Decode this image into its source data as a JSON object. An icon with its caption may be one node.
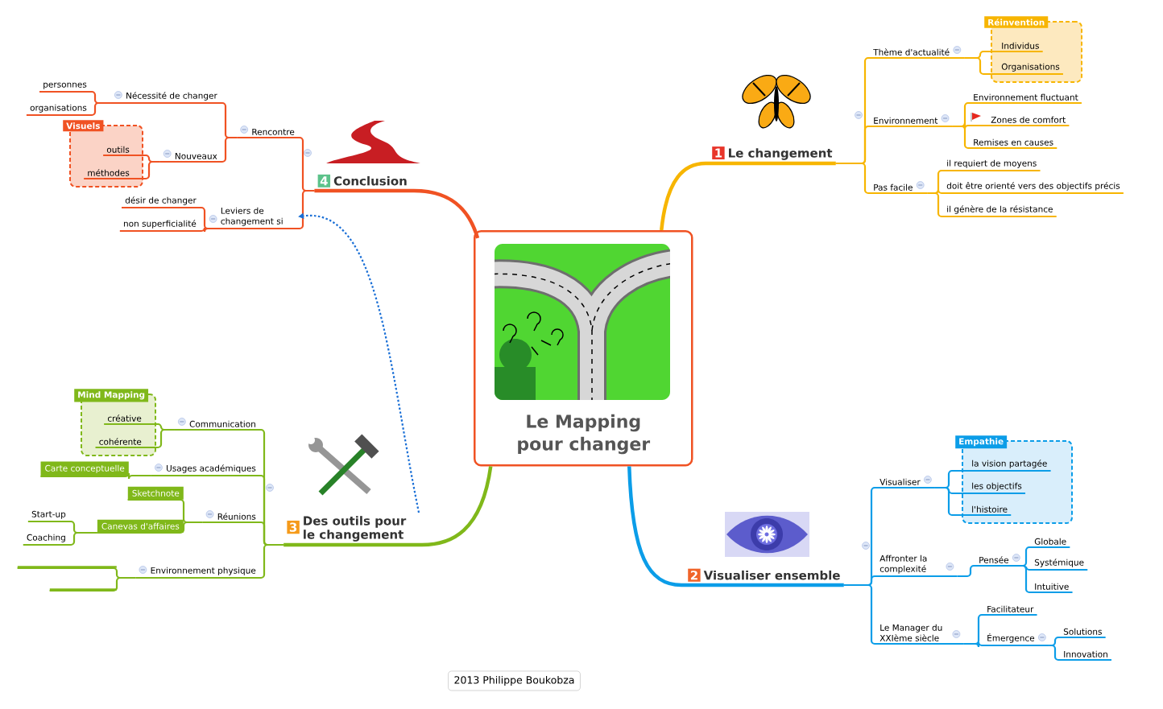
{
  "diagram": {
    "nodes": [
      {
        "text": [
          "Le Mapping pour changer"
        ]
      },
      {
        "text": [
          "1",
          "Le changement"
        ]
      },
      {
        "text": [
          "Thème d'actualité"
        ]
      },
      {
        "text": [
          "Réinvention"
        ]
      },
      {
        "text": [
          "Individus"
        ],
        "in": 3
      },
      {
        "text": [
          "Organisations"
        ],
        "in": 3
      },
      {
        "text": [
          "Environnement"
        ]
      },
      {
        "text": [
          "Environnement fluctuant"
        ]
      },
      {
        "text": [
          "Zones de comfort"
        ]
      },
      {
        "text": [
          "Remises en causes"
        ]
      },
      {
        "text": [
          "Pas facile"
        ]
      },
      {
        "text": [
          "il requiert de moyens"
        ]
      },
      {
        "text": [
          "doit être orienté vers des objectifs précis"
        ]
      },
      {
        "text": [
          "il génère de la résistance"
        ]
      },
      {
        "text": [
          "2",
          "Visualiser ensemble"
        ]
      },
      {
        "text": [
          "Visualiser"
        ]
      },
      {
        "text": [
          "Empathie"
        ]
      },
      {
        "text": [
          "la vision partagée"
        ],
        "in": 16
      },
      {
        "text": [
          "les objectifs"
        ],
        "in": 16
      },
      {
        "text": [
          "l'histoire"
        ],
        "in": 16
      },
      {
        "text": [
          "Affronter la complexité"
        ]
      },
      {
        "text": [
          "Pensée"
        ]
      },
      {
        "text": [
          "Globale"
        ]
      },
      {
        "text": [
          "Systémique"
        ]
      },
      {
        "text": [
          "Intuitive"
        ]
      },
      {
        "text": [
          "Le Manager du XXIème siècle"
        ]
      },
      {
        "text": [
          "Facilitateur"
        ]
      },
      {
        "text": [
          "Émergence"
        ]
      },
      {
        "text": [
          "Solutions"
        ]
      },
      {
        "text": [
          "Innovation"
        ]
      },
      {
        "text": [
          "3",
          "Des outils pour le changement"
        ]
      },
      {
        "text": [
          "Communication"
        ]
      },
      {
        "text": [
          "Mind Mapping"
        ]
      },
      {
        "text": [
          "créative"
        ],
        "in": 32
      },
      {
        "text": [
          "cohérente"
        ],
        "in": 32
      },
      {
        "text": [
          "Usages académiques"
        ]
      },
      {
        "text": [
          "Carte conceptuelle"
        ]
      },
      {
        "text": [
          "Réunions"
        ]
      },
      {
        "text": [
          "Sketchnote"
        ]
      },
      {
        "text": [
          "Canevas d'affaires"
        ]
      },
      {
        "text": [
          "Start-up"
        ]
      },
      {
        "text": [
          "Coaching"
        ]
      },
      {
        "text": [
          "Environnement physique"
        ]
      },
      {
        "text": [],
        "shape": "bar"
      },
      {
        "text": [],
        "shape": "bar"
      },
      {
        "text": [
          "4",
          "Conclusion"
        ]
      },
      {
        "text": [
          "Rencontre"
        ]
      },
      {
        "text": [
          "Nécessité de changer"
        ]
      },
      {
        "text": [
          "personnes"
        ]
      },
      {
        "text": [
          "organisations"
        ]
      },
      {
        "text": [
          "Nouveaux"
        ]
      },
      {
        "text": [
          "Visuels"
        ]
      },
      {
        "text": [
          "outils"
        ],
        "in": 51
      },
      {
        "text": [
          "méthodes"
        ],
        "in": 51
      },
      {
        "text": [
          "Leviers de changement si"
        ]
      },
      {
        "text": [
          "désir de changer"
        ]
      },
      {
        "text": [
          "non superficialité"
        ]
      }
    ],
    "edges": [
      {
        "from": 0,
        "to": 1,
        "arrow": "none",
        "style": "thick",
        "color": "#f7b500"
      },
      {
        "from": 1,
        "to": 2,
        "arrow": "none",
        "color": "#f7b500"
      },
      {
        "from": 2,
        "to": 4,
        "arrow": "none",
        "color": "#f7b500"
      },
      {
        "from": 2,
        "to": 5,
        "arrow": "none",
        "color": "#f7b500"
      },
      {
        "from": 1,
        "to": 6,
        "arrow": "none",
        "color": "#f7b500"
      },
      {
        "from": 6,
        "to": 7,
        "arrow": "none",
        "color": "#f7b500"
      },
      {
        "from": 6,
        "to": 8,
        "arrow": "none",
        "color": "#f7b500"
      },
      {
        "from": 6,
        "to": 9,
        "arrow": "none",
        "color": "#f7b500"
      },
      {
        "from": 1,
        "to": 10,
        "arrow": "none",
        "color": "#f7b500"
      },
      {
        "from": 10,
        "to": 11,
        "arrow": "none",
        "color": "#f7b500"
      },
      {
        "from": 10,
        "to": 12,
        "arrow": "none",
        "color": "#f7b500"
      },
      {
        "from": 10,
        "to": 13,
        "arrow": "none",
        "color": "#f7b500"
      },
      {
        "from": 0,
        "to": 14,
        "arrow": "none",
        "style": "thick",
        "color": "#0b9de8"
      },
      {
        "from": 14,
        "to": 15,
        "arrow": "none",
        "color": "#0b9de8"
      },
      {
        "from": 15,
        "to": 17,
        "arrow": "none",
        "color": "#0b9de8"
      },
      {
        "from": 15,
        "to": 18,
        "arrow": "none",
        "color": "#0b9de8"
      },
      {
        "from": 15,
        "to": 19,
        "arrow": "none",
        "color": "#0b9de8"
      },
      {
        "from": 14,
        "to": 20,
        "arrow": "none",
        "color": "#0b9de8"
      },
      {
        "from": 20,
        "to": 21,
        "arrow": "none",
        "color": "#0b9de8"
      },
      {
        "from": 21,
        "to": 22,
        "arrow": "none",
        "color": "#0b9de8"
      },
      {
        "from": 21,
        "to": 23,
        "arrow": "none",
        "color": "#0b9de8"
      },
      {
        "from": 21,
        "to": 24,
        "arrow": "none",
        "color": "#0b9de8"
      },
      {
        "from": 14,
        "to": 25,
        "arrow": "none",
        "color": "#0b9de8"
      },
      {
        "from": 25,
        "to": 26,
        "arrow": "none",
        "color": "#0b9de8"
      },
      {
        "from": 25,
        "to": 27,
        "arrow": "none",
        "color": "#0b9de8"
      },
      {
        "from": 27,
        "to": 28,
        "arrow": "none",
        "color": "#0b9de8"
      },
      {
        "from": 27,
        "to": 29,
        "arrow": "none",
        "color": "#0b9de8"
      },
      {
        "from": 0,
        "to": 30,
        "arrow": "none",
        "style": "thick",
        "color": "#80b81a"
      },
      {
        "from": 30,
        "to": 31,
        "arrow": "none",
        "color": "#80b81a"
      },
      {
        "from": 31,
        "to": 33,
        "arrow": "none",
        "color": "#80b81a"
      },
      {
        "from": 31,
        "to": 34,
        "arrow": "none",
        "color": "#80b81a"
      },
      {
        "from": 30,
        "to": 35,
        "arrow": "none",
        "color": "#80b81a"
      },
      {
        "from": 35,
        "to": 36,
        "arrow": "none",
        "color": "#80b81a"
      },
      {
        "from": 30,
        "to": 37,
        "arrow": "none",
        "color": "#80b81a"
      },
      {
        "from": 37,
        "to": 38,
        "arrow": "none",
        "color": "#80b81a"
      },
      {
        "from": 37,
        "to": 39,
        "arrow": "none",
        "color": "#80b81a"
      },
      {
        "from": 39,
        "to": 40,
        "arrow": "none",
        "color": "#80b81a"
      },
      {
        "from": 39,
        "to": 41,
        "arrow": "none",
        "color": "#80b81a"
      },
      {
        "from": 30,
        "to": 42,
        "arrow": "none",
        "color": "#80b81a"
      },
      {
        "from": 42,
        "to": 43,
        "arrow": "none",
        "color": "#80b81a"
      },
      {
        "from": 42,
        "to": 44,
        "arrow": "none",
        "color": "#80b81a"
      },
      {
        "from": 0,
        "to": 45,
        "arrow": "none",
        "style": "thick",
        "color": "#f05223"
      },
      {
        "from": 45,
        "to": 46,
        "arrow": "none",
        "color": "#f05223"
      },
      {
        "from": 46,
        "to": 47,
        "arrow": "none",
        "color": "#f05223"
      },
      {
        "from": 47,
        "to": 48,
        "arrow": "none",
        "color": "#f05223"
      },
      {
        "from": 47,
        "to": 49,
        "arrow": "none",
        "color": "#f05223"
      },
      {
        "from": 46,
        "to": 50,
        "arrow": "none",
        "color": "#f05223"
      },
      {
        "from": 50,
        "to": 52,
        "arrow": "none",
        "color": "#f05223"
      },
      {
        "from": 50,
        "to": 53,
        "arrow": "none",
        "color": "#f05223"
      },
      {
        "from": 45,
        "to": 54,
        "arrow": "none",
        "color": "#f05223"
      },
      {
        "from": 54,
        "to": 55,
        "arrow": "none",
        "color": "#f05223"
      },
      {
        "from": 54,
        "to": 56,
        "arrow": "none",
        "color": "#f05223"
      },
      {
        "from": 30,
        "to": 54,
        "arrow": "to",
        "style": "dashed",
        "color": "#1a6fd6"
      }
    ],
    "labels": [
      "2013 Philippe Boukobza"
    ]
  }
}
